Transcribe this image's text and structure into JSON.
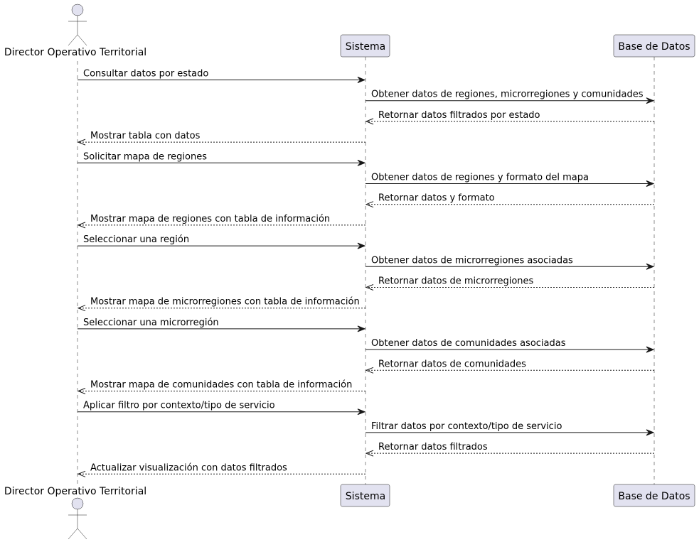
{
  "participants": [
    {
      "id": "director",
      "label": "Director Operativo Territorial",
      "kind": "actor"
    },
    {
      "id": "sistema",
      "label": "Sistema",
      "kind": "participant"
    },
    {
      "id": "bd",
      "label": "Base de Datos",
      "kind": "participant"
    }
  ],
  "messages": [
    {
      "from": "director",
      "to": "sistema",
      "text": "Consultar datos por estado",
      "style": "sync"
    },
    {
      "from": "sistema",
      "to": "bd",
      "text": "Obtener datos de regiones, microrregiones y comunidades",
      "style": "sync"
    },
    {
      "from": "bd",
      "to": "sistema",
      "text": "Retornar datos filtrados por estado",
      "style": "return"
    },
    {
      "from": "sistema",
      "to": "director",
      "text": "Mostrar tabla con datos",
      "style": "return"
    },
    {
      "from": "director",
      "to": "sistema",
      "text": "Solicitar mapa de regiones",
      "style": "sync"
    },
    {
      "from": "sistema",
      "to": "bd",
      "text": "Obtener datos de regiones y formato del mapa",
      "style": "sync"
    },
    {
      "from": "bd",
      "to": "sistema",
      "text": "Retornar datos y formato",
      "style": "return"
    },
    {
      "from": "sistema",
      "to": "director",
      "text": "Mostrar mapa de regiones con tabla de información",
      "style": "return"
    },
    {
      "from": "director",
      "to": "sistema",
      "text": "Seleccionar una región",
      "style": "sync"
    },
    {
      "from": "sistema",
      "to": "bd",
      "text": "Obtener datos de microrregiones asociadas",
      "style": "sync"
    },
    {
      "from": "bd",
      "to": "sistema",
      "text": "Retornar datos de microrregiones",
      "style": "return"
    },
    {
      "from": "sistema",
      "to": "director",
      "text": "Mostrar mapa de microrregiones con tabla de información",
      "style": "return"
    },
    {
      "from": "director",
      "to": "sistema",
      "text": "Seleccionar una microrregión",
      "style": "sync"
    },
    {
      "from": "sistema",
      "to": "bd",
      "text": "Obtener datos de comunidades asociadas",
      "style": "sync"
    },
    {
      "from": "bd",
      "to": "sistema",
      "text": "Retornar datos de comunidades",
      "style": "return"
    },
    {
      "from": "sistema",
      "to": "director",
      "text": "Mostrar mapa de comunidades con tabla de información",
      "style": "return"
    },
    {
      "from": "director",
      "to": "sistema",
      "text": "Aplicar filtro por contexto/tipo de servicio",
      "style": "sync"
    },
    {
      "from": "sistema",
      "to": "bd",
      "text": "Filtrar datos por contexto/tipo de servicio",
      "style": "sync"
    },
    {
      "from": "bd",
      "to": "sistema",
      "text": "Retornar datos filtrados",
      "style": "return"
    },
    {
      "from": "sistema",
      "to": "director",
      "text": "Actualizar visualización con datos filtrados",
      "style": "return"
    }
  ],
  "colors": {
    "participant_fill": "#E2E2F0",
    "line": "#181818",
    "background": "#FFFFFF"
  }
}
